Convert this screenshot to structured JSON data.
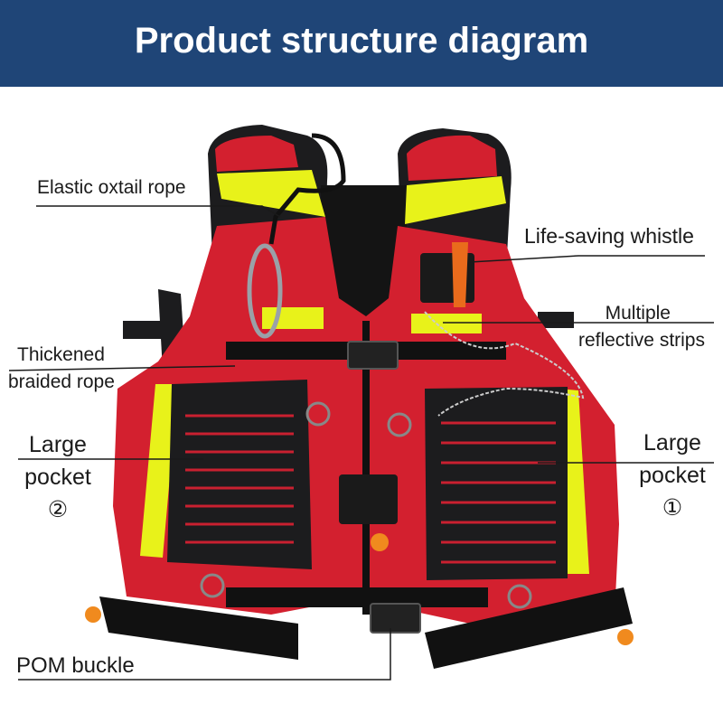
{
  "title": "Product structure diagram",
  "colors": {
    "header_bg": "#1f4577",
    "vest_red": "#d3202f",
    "panel_black": "#1c1c1e",
    "reflective": "#e8f21a",
    "whistle": "#e96b1c",
    "float_ball": "#f08a1e",
    "leader_line": "#1a1a1a"
  },
  "labels": {
    "elastic_rope": "Elastic oxtail rope",
    "whistle": "Life-saving whistle",
    "reflective": [
      "Multiple",
      "reflective strips"
    ],
    "braided_rope": [
      "Thickened",
      "braided rope"
    ],
    "pocket_left": [
      "Large",
      "pocket",
      "②"
    ],
    "pocket_right": [
      "Large",
      "pocket",
      "①"
    ],
    "buckle": "POM buckle"
  }
}
